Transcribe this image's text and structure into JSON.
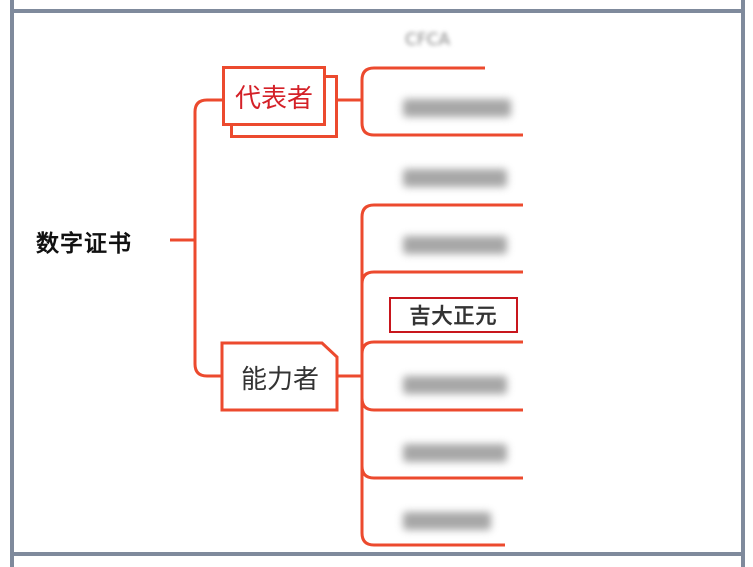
{
  "mindmap": {
    "root": "数字证书",
    "branches": [
      {
        "label": "代表者",
        "children_visible": [
          "CFCA"
        ]
      },
      {
        "label": "能力者",
        "highlighted_child": "吉大正元"
      }
    ]
  },
  "colors": {
    "line": "#ec4a2e",
    "highlight": "#d42128",
    "frame": "#7f8a9c"
  }
}
